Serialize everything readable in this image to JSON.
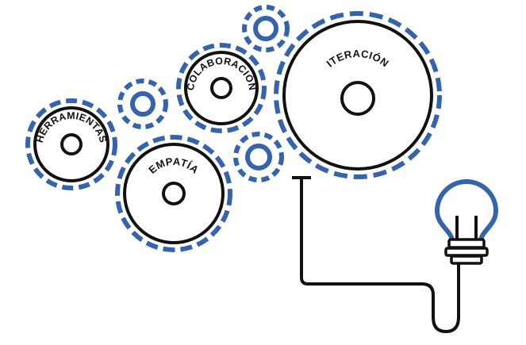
{
  "colors": {
    "accent": "#3563ad",
    "stroke": "#111111",
    "background": "#ffffff"
  },
  "gears": {
    "herramientas": "HERRAMIENTAS",
    "empatia": "EMPATÍA",
    "colaboracion": "COLABORACIÓN",
    "iteracion": "ITERACIÓN"
  },
  "icons": {
    "bulb": "lightbulb-icon",
    "wire": "wire-connector"
  }
}
